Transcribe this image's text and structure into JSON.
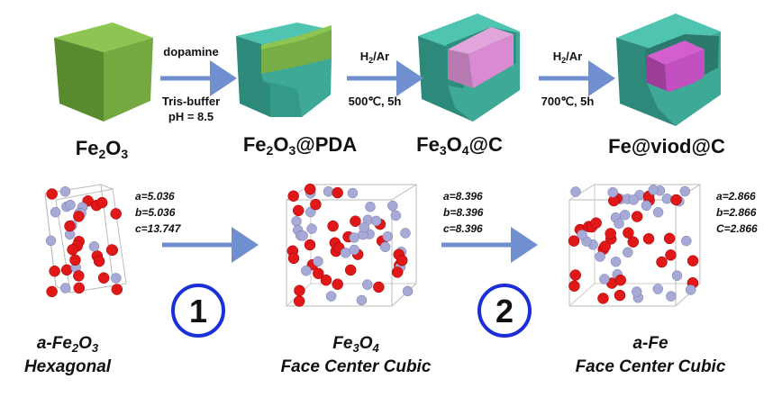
{
  "top_row": {
    "stages": [
      {
        "name": "Fe",
        "sub1": "2",
        "mid": "O",
        "sub2": "3",
        "suffix": ""
      },
      {
        "name": "Fe",
        "sub1": "2",
        "mid": "O",
        "sub2": "3",
        "suffix": "@PDA"
      },
      {
        "name": "Fe",
        "sub1": "3",
        "mid": "O",
        "sub2": "4",
        "suffix": "@C"
      },
      {
        "label": "Fe@viod@C"
      }
    ],
    "step1": {
      "above": "dopamine",
      "below1": "Tris-buffer",
      "below2": "pH = 8.5"
    },
    "step2": {
      "gas": "H",
      "gas_sub": "2",
      "gas_rest": "/Ar",
      "below": "500℃, 5h"
    },
    "step3": {
      "gas": "H",
      "gas_sub": "2",
      "gas_rest": "/Ar",
      "below": "700℃, 5h"
    }
  },
  "bottom_row": {
    "structures": [
      {
        "params": [
          "a=5.036",
          "b=5.036",
          "c=13.747"
        ],
        "name_pre": "a-Fe",
        "sub1": "2",
        "mid": "O",
        "sub2": "3",
        "lattice": "Hexagonal"
      },
      {
        "params": [
          "a=8.396",
          "b=8.396",
          "c=8.396"
        ],
        "name_pre": "Fe",
        "sub1": "3",
        "mid": "O",
        "sub2": "4",
        "lattice": "Face Center Cubic"
      },
      {
        "params": [
          "a=2.866",
          "b=2.866",
          "C=2.866"
        ],
        "name_pre": "a-Fe",
        "lattice": "Face Center Cubic"
      }
    ],
    "steps": [
      "1",
      "2"
    ]
  },
  "colors": {
    "hematite": "#7ab648",
    "carbon": "#3fb5a3",
    "magnetite": "#d98ad0",
    "iron": "#c24fbf",
    "oxygen": "#e01818",
    "iron_atom": "#a7a9d6",
    "arrow": "#6f8fd0",
    "circle": "#1a2fd8"
  }
}
